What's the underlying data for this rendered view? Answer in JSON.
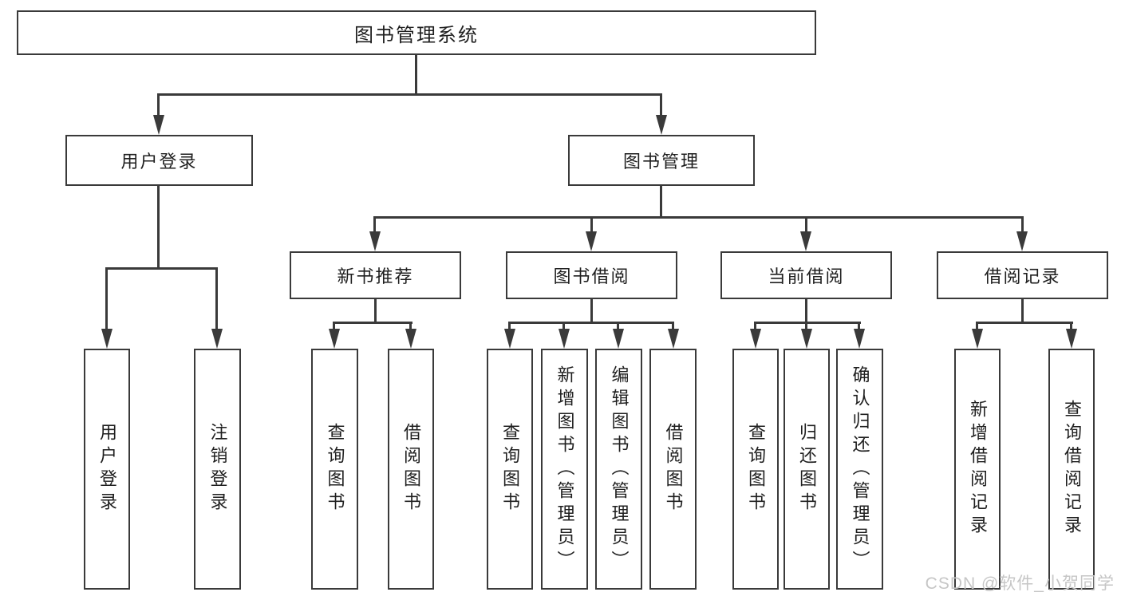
{
  "diagram": {
    "root": {
      "label": "图书管理系统"
    },
    "level2": {
      "user_login": {
        "label": "用户登录"
      },
      "book_management": {
        "label": "图书管理"
      }
    },
    "level3": {
      "new_book_recommend": {
        "label": "新书推荐"
      },
      "book_borrow": {
        "label": "图书借阅"
      },
      "current_borrow": {
        "label": "当前借阅"
      },
      "borrow_record": {
        "label": "借阅记录"
      }
    },
    "leaves": {
      "login_user_login": {
        "label": "用户登录"
      },
      "login_logout": {
        "label": "注销登录"
      },
      "rec_query_book": {
        "label": "查询图书"
      },
      "rec_borrow_book": {
        "label": "借阅图书"
      },
      "borrow_query_book": {
        "label": "查询图书"
      },
      "borrow_add_book": {
        "label": "新增图书（管理员）"
      },
      "borrow_edit_book": {
        "label": "编辑图书（管理员）"
      },
      "borrow_borrow_book": {
        "label": "借阅图书"
      },
      "current_query_book": {
        "label": "查询图书"
      },
      "current_return_book": {
        "label": "归还图书"
      },
      "current_confirm_return": {
        "label": "确认归还（管理员）"
      },
      "record_add_record": {
        "label": "新增借阅记录"
      },
      "record_query_record": {
        "label": "查询借阅记录"
      }
    }
  },
  "watermark": {
    "text": "CSDN @软件_小贺同学"
  },
  "colors": {
    "line": "#3a3a3a",
    "text": "#1f1f1f",
    "background": "#ffffff",
    "watermark": "#c6c6c6"
  }
}
